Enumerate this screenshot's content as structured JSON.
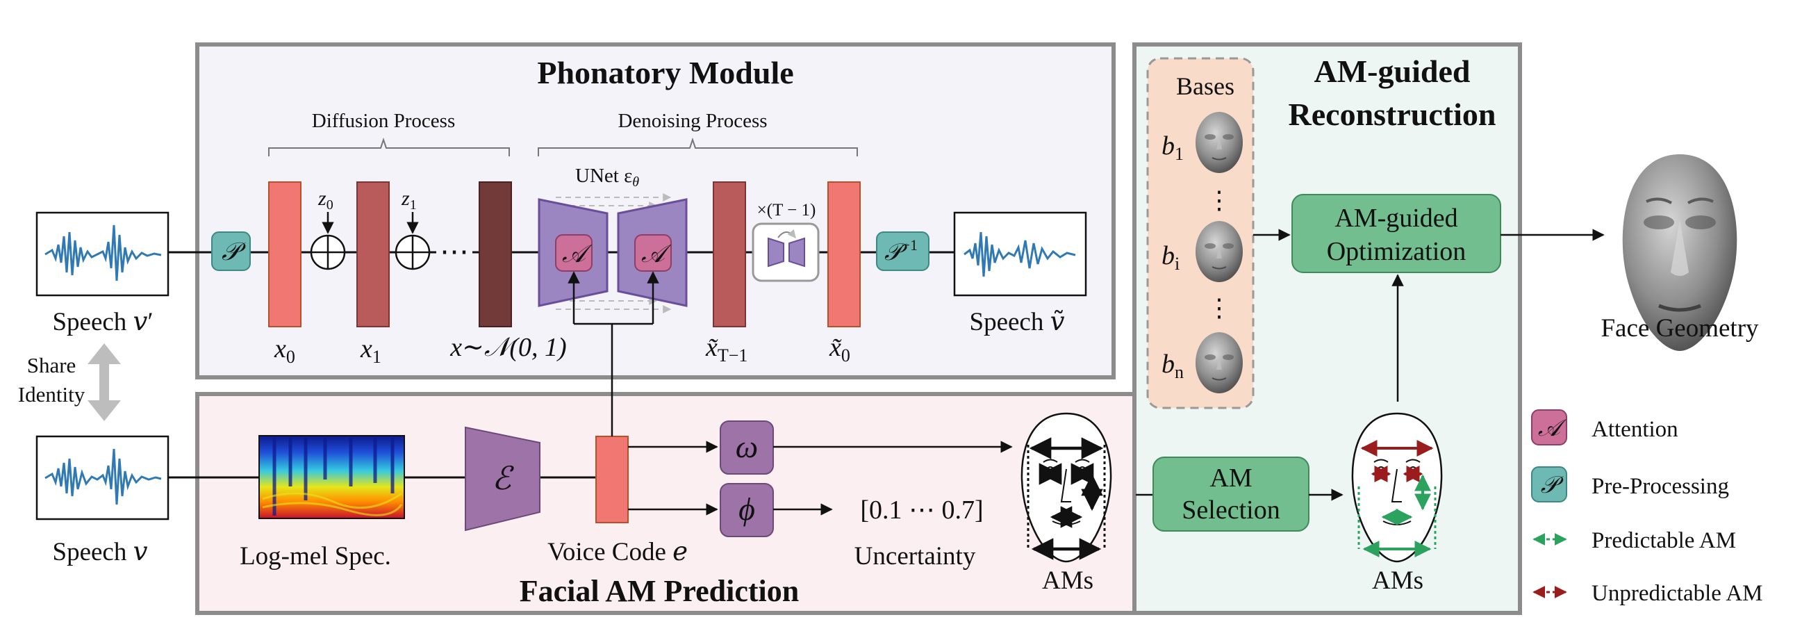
{
  "phonatory": {
    "title": "Phonatory Module",
    "diffusion_label": "Diffusion Process",
    "denoising_label": "Denoising Process",
    "unet_label": "UNet ε",
    "unet_sub": "θ",
    "repeat_label": "×(T − 1)",
    "z0": "z",
    "z0_sub": "0",
    "z1": "z",
    "z1_sub": "1",
    "dots": "⋯",
    "x0": "x",
    "x0_sub": "0",
    "x1": "x",
    "x1_sub": "1",
    "xN": "x∼𝒩(0, 1)",
    "xT": "x̃",
    "xT_sub": "T−1",
    "xt0": "x̃",
    "xt0_sub": "0",
    "pre_symbol": "𝒫",
    "post_symbol": "𝒫",
    "post_sup": "−1",
    "attention_symbol": "𝒜"
  },
  "speech": {
    "v_prime_label": "Speech 𝑣′",
    "v_label": "Speech 𝑣",
    "v_tilde_label": "Speech 𝑣̃",
    "share_identity": [
      "Share",
      "Identity"
    ]
  },
  "prediction": {
    "title": "Facial AM Prediction",
    "logmel_label": "Log-mel Spec.",
    "encoder_symbol": "ℰ",
    "voice_code_label": "Voice Code 𝑒",
    "omega": "ω",
    "phi": "ϕ",
    "uncertainty_values": "[0.1 ⋯ 0.7]",
    "uncertainty_label": "Uncertainty",
    "ams_label": "AMs"
  },
  "reconstruction": {
    "title_line1": "AM-guided",
    "title_line2": "Reconstruction",
    "bases_label": "Bases",
    "b1": "b",
    "b1_sub": "1",
    "bi": "b",
    "bi_sub": "i",
    "bn": "b",
    "bn_sub": "n",
    "opt_line1": "AM-guided",
    "opt_line2": "Optimization",
    "selection_line1": "AM",
    "selection_line2": "Selection",
    "ams_label": "AMs",
    "face_geometry_label": "Face Geometry"
  },
  "legend": {
    "attention": "Attention",
    "preprocessing": "Pre-Processing",
    "predictable": "Predictable AM",
    "unpredictable": "Unpredictable AM"
  },
  "colors": {
    "phonatory_bg": "#f3f3f9",
    "prediction_bg": "#fbeff1",
    "reconstruction_bg": "#edf6f2",
    "module_border": "#8c8c8c",
    "salmon": "#f07772",
    "brick": "#b95b5b",
    "dark_brick": "#733a3a",
    "teal": "#6fb9b5",
    "green_box": "#72be8f",
    "unet_purple": "#9c86c2",
    "attention_pink": "#cc6f99",
    "greek_purple": "#9e73a8",
    "bases_bg": "#f8dcc9",
    "wave_blue": "#2f79b5",
    "predictable_green": "#2ca25f",
    "unpredictable_red": "#9b1c1c"
  }
}
